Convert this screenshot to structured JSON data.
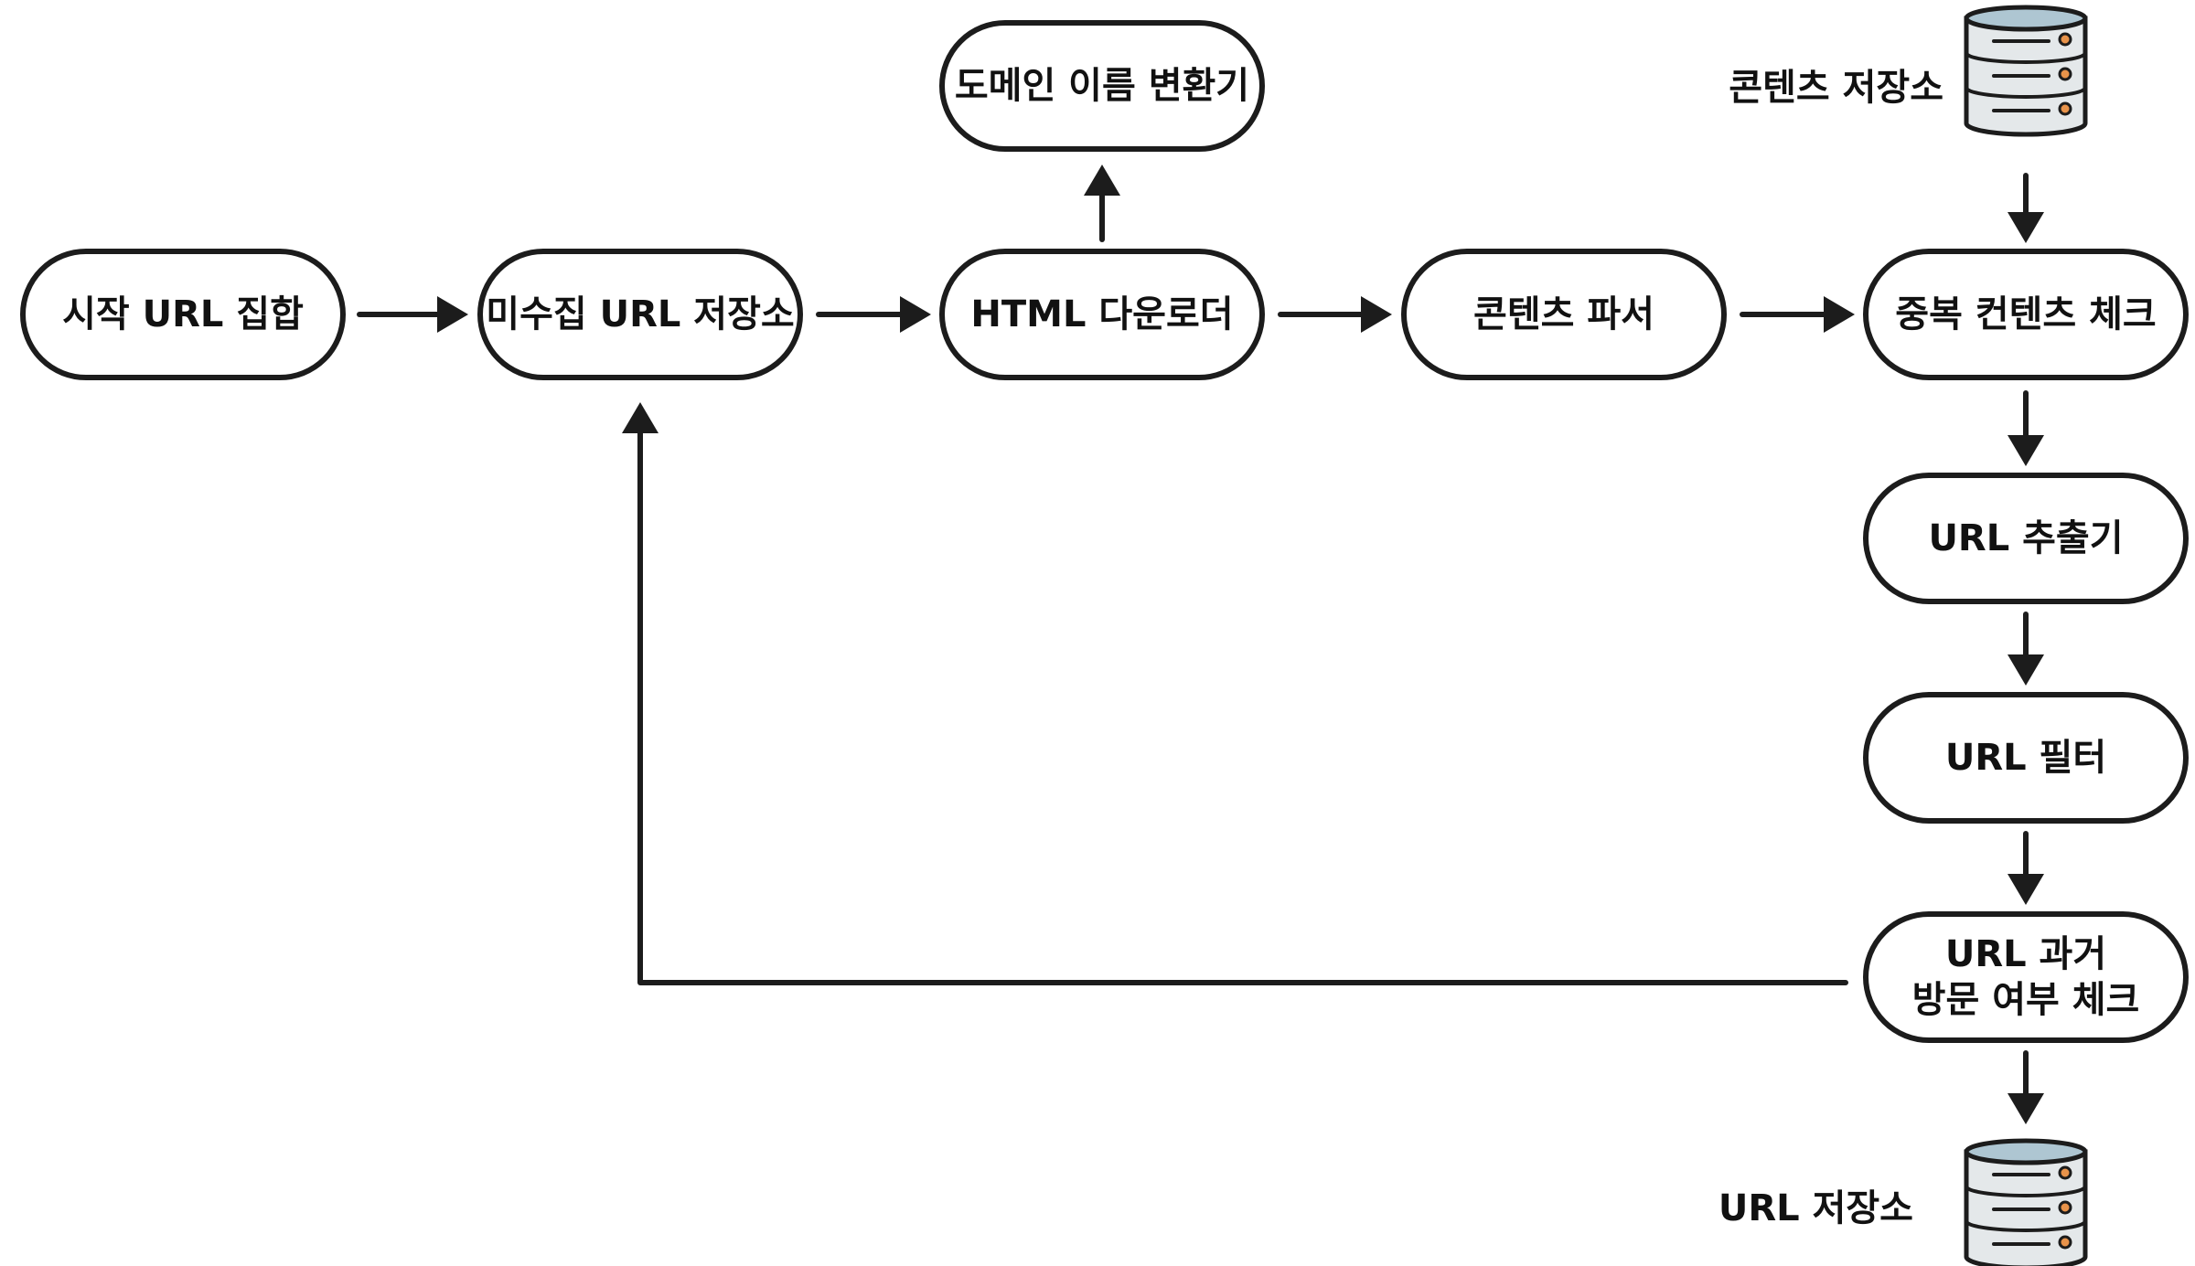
{
  "nodes": {
    "seed_urls": "시작 URL 집합",
    "frontier": "미수집 URL 저장소",
    "downloader": "HTML 다운로더",
    "dns_resolver": "도메인 이름 변환기",
    "content_parser": "콘텐츠 파서",
    "content_seen": "중복 컨텐츠 체크",
    "url_extractor": "URL 추출기",
    "url_filter": "URL 필터",
    "url_seen_line1": "URL 과거",
    "url_seen_line2": "방문 여부 체크"
  },
  "storage": {
    "content_storage": "콘텐츠 저장소",
    "url_storage": "URL 저장소"
  },
  "colors": {
    "stroke": "#1c1c1c",
    "db_top": "#aec6d2",
    "db_body": "#e4e8ea",
    "db_dot": "#e8934a"
  },
  "icons": {
    "database": "database-icon"
  }
}
